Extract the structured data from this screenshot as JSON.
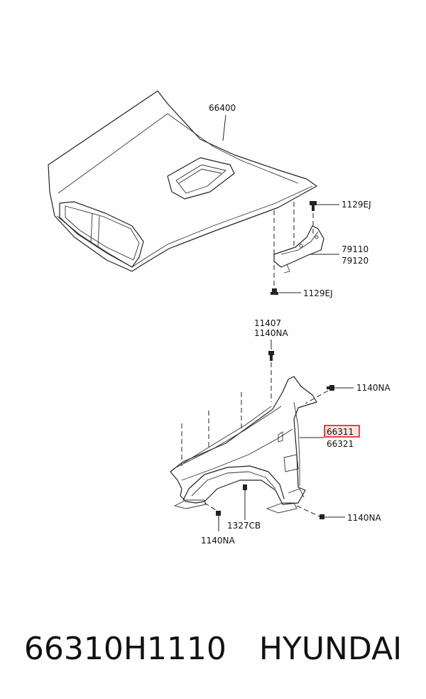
{
  "labels": {
    "hood": "66400",
    "hood_bolt_top": "1129EJ",
    "hinge_lh": "79110",
    "hinge_rh": "79120",
    "hood_bolt_bottom": "1129EJ",
    "fender_bolt_top_a": "11407",
    "fender_bolt_top_b": "1140NA",
    "fender_bolt_right": "1140NA",
    "fender_lh": "66311",
    "fender_rh": "66321",
    "fender_bolt_lower_right": "1140NA",
    "clip": "1327CB",
    "fender_bolt_lower_left": "1140NA"
  },
  "highlight_color": "#e21a1a",
  "highlight_fill": "#fbe2e2",
  "caption": {
    "part_number": "66310H1110",
    "brand": "HYUNDAI"
  }
}
